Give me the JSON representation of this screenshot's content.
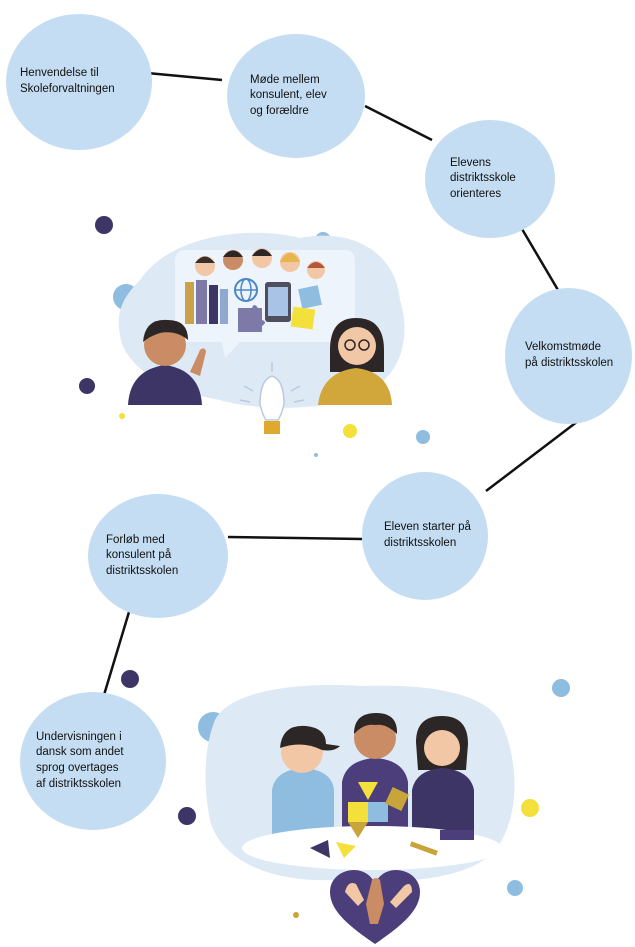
{
  "flow": {
    "steps": [
      {
        "label": "Henvendelse til\nSkoleforvaltningen"
      },
      {
        "label": "Møde mellem\nkonsulent, elev\nog forældre"
      },
      {
        "label": "Elevens\ndistriktsskole\norienteres"
      },
      {
        "label": "Velkomstmøde\npå distriktsskolen"
      },
      {
        "label": "Eleven starter på\ndistriktsskolen"
      },
      {
        "label": "Forløb med\nkonsulent på\ndistriktsskolen"
      },
      {
        "label": "Undervisningen i\ndansk som andet\nsprog overtages\naf distriktsskolen"
      }
    ]
  },
  "illustrations": [
    {
      "name": "meeting-illustration",
      "depicts": "consultant and parent meeting with children faces, books, tablet and lightbulb"
    },
    {
      "name": "children-playing-illustration",
      "depicts": "three children building with blocks above a heart with hands"
    }
  ],
  "colors": {
    "node_fill": "#c4ddf2",
    "blob_fill": "#dde9f5",
    "connector": "#111111",
    "dot_dark": "#3d3566",
    "dot_light": "#8fbde0",
    "dot_yellow": "#f3e03a",
    "dot_gold": "#c7a53b"
  }
}
